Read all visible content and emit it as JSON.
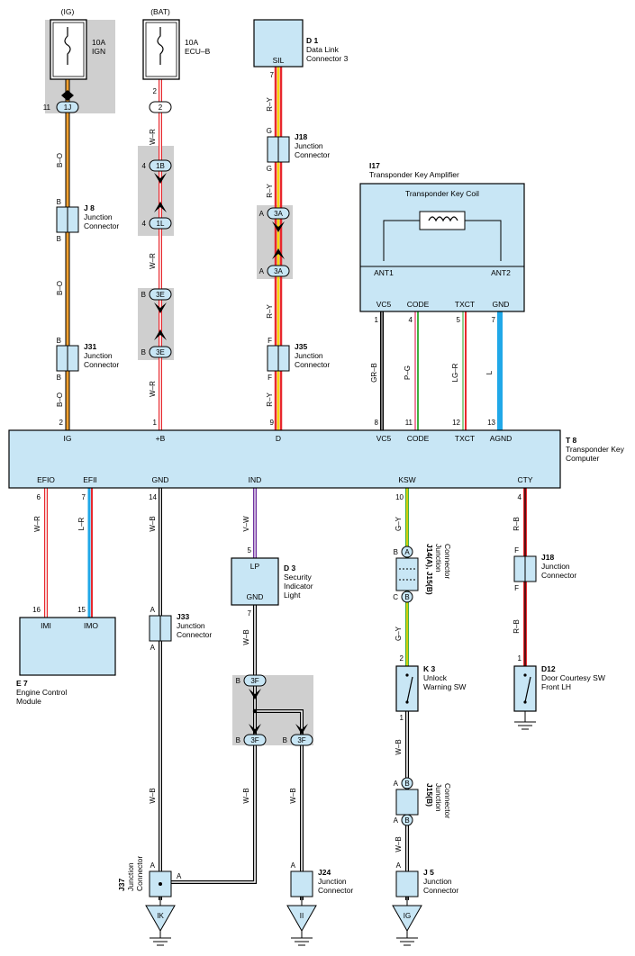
{
  "colors": {
    "component_fill": "#c8e6f5",
    "shade": "#cfcfcf",
    "orange": "#f0a030",
    "red": "#e8282e",
    "yellow": "#f6d600",
    "blue": "#20a8e8",
    "green": "#40b040",
    "violet": "#7030a0",
    "pink": "#f080a0",
    "grey_wire": "#9a9a9a"
  },
  "fuses": {
    "ig": {
      "source": "(IG)",
      "rating": "10A",
      "name": "IGN"
    },
    "bat": {
      "source": "(BAT)",
      "rating": "10A",
      "name": "ECU–B"
    }
  },
  "components": {
    "d1": {
      "id": "D 1",
      "name1": "Data Link",
      "name2": "Connector 3",
      "pin": "SIL"
    },
    "i17": {
      "id": "I17",
      "name": "Transponder Key Amplifier",
      "coil": "Transponder Key Coil",
      "ant1": "ANT1",
      "ant2": "ANT2",
      "pins": [
        "VC5",
        "CODE",
        "TXCT",
        "GND"
      ]
    },
    "t8": {
      "id": "T 8",
      "name1": "Transponder Key",
      "name2": "Computer",
      "top_pins": [
        "IG",
        "+B",
        "D",
        "VC5",
        "CODE",
        "TXCT",
        "AGND"
      ],
      "bottom_pins": [
        "EFIO",
        "EFII",
        "GND",
        "IND",
        "KSW",
        "CTY"
      ]
    },
    "e7": {
      "id": "E 7",
      "name1": "Engine Control",
      "name2": "Module",
      "pins": [
        "IMI",
        "IMO"
      ]
    },
    "d3": {
      "id": "D 3",
      "name1": "Security",
      "name2": "Indicator",
      "name3": "Light",
      "pin_top": "LP",
      "pin_bottom": "GND"
    },
    "k3": {
      "id": "K 3",
      "name1": "Unlock",
      "name2": "Warning SW"
    },
    "d12": {
      "id": "D12",
      "name1": "Door Courtesy SW",
      "name2": "Front LH"
    }
  },
  "junctions": {
    "j8": {
      "id": "J 8",
      "name1": "Junction",
      "name2": "Connector"
    },
    "j31": {
      "id": "J31",
      "name1": "Junction",
      "name2": "Connector"
    },
    "j18a": {
      "id": "J18",
      "name1": "Junction",
      "name2": "Connector"
    },
    "j35": {
      "id": "J35",
      "name1": "Junction",
      "name2": "Connector"
    },
    "j18b": {
      "id": "J18",
      "name1": "Junction",
      "name2": "Connector"
    },
    "j33": {
      "id": "J33",
      "name1": "Junction",
      "name2": "Connector"
    },
    "j14": {
      "id": "J14(A), J15(B)",
      "name1": "Junction",
      "name2": "Connector"
    },
    "j15": {
      "id": "J15(B)",
      "name1": "Junction",
      "name2": "Connector"
    },
    "j37": {
      "id": "J37",
      "name1": "Junction",
      "name2": "Connector"
    },
    "j24": {
      "id": "J24",
      "name1": "Junction",
      "name2": "Connector"
    },
    "j5": {
      "id": "J 5",
      "name1": "Junction",
      "name2": "Connector"
    }
  },
  "connectors": [
    "1J",
    "2",
    "1B",
    "1L",
    "3E",
    "3E",
    "3A",
    "3A",
    "3F",
    "3F",
    "3F",
    "A",
    "B",
    "B",
    "B"
  ],
  "wire_colors": {
    "ig": "B–O",
    "bat": "W–R",
    "d": "R–Y",
    "vc5": "GR–B",
    "code": "P–G",
    "txct": "LG–R",
    "gnd": "L",
    "efio": "W–R",
    "efii": "L–R",
    "gnd2": "W–B",
    "ind": "V–W",
    "ksw": "G–Y",
    "cty": "R–B"
  },
  "pins": {
    "n1": "1",
    "n2": "2",
    "n4": "4",
    "n5": "5",
    "n6": "6",
    "n7": "7",
    "n8": "8",
    "n9": "9",
    "n10": "10",
    "n11": "11",
    "n12": "12",
    "n13": "13",
    "n14": "14",
    "n15": "15",
    "n16": "16",
    "a": "A",
    "b": "B",
    "c": "C",
    "f": "F",
    "g": "G"
  },
  "grounds": [
    "IK",
    "II",
    "IG"
  ]
}
